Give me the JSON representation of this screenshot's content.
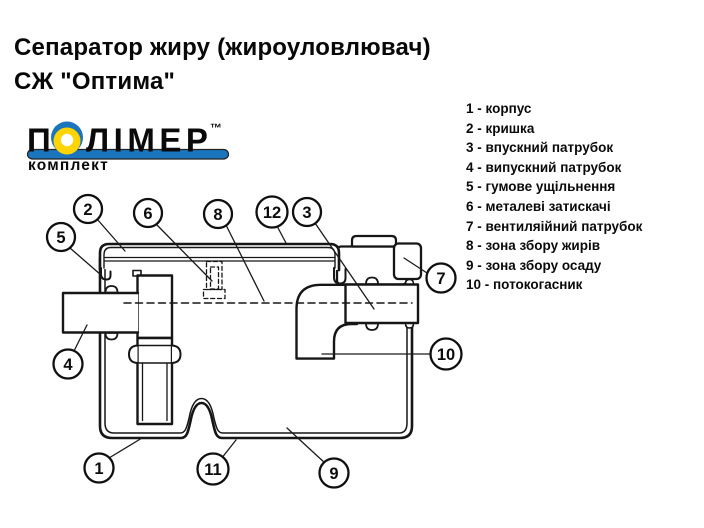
{
  "title": {
    "line1": "Сепаратор жиру (жироуловлювач)",
    "line2": "СЖ \"Оптима\""
  },
  "logo": {
    "brand_prefix": "П",
    "brand_suffix": "ЛІМЕР",
    "brand_full": "ПОЛІМЕР",
    "trademark": "™",
    "subtitle": "комплект",
    "colors": {
      "blue": "#1b75bc",
      "yellow": "#ffd400"
    }
  },
  "legend": {
    "items": [
      "1 - корпус",
      "2 - кришка",
      "3 - впускний патрубок",
      "4 - випускний патрубок",
      "5 - гумове ущільнення",
      "6 - металеві затискачі",
      "7 - вентиляійний патрубок",
      "8 - зона збору жирів",
      "9 - зона збору осаду",
      "10 - потокогасник"
    ]
  },
  "diagram": {
    "ink": "#161616",
    "callouts": [
      "2",
      "6",
      "8",
      "12",
      "3",
      "5",
      "7",
      "4",
      "10",
      "1",
      "11",
      "9"
    ]
  }
}
